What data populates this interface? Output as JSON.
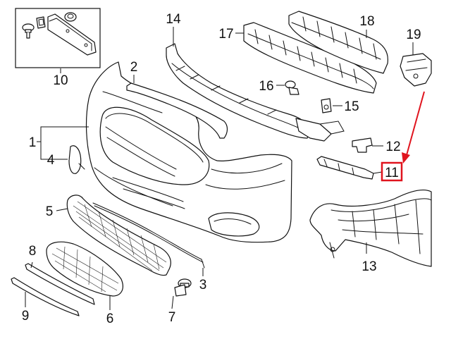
{
  "diagram": {
    "labels": {
      "l1": "1",
      "l2": "2",
      "l3": "3",
      "l4": "4",
      "l5": "5",
      "l6": "6",
      "l7": "7",
      "l8": "8",
      "l9": "9",
      "l10": "10",
      "l11": "11",
      "l12": "12",
      "l13": "13",
      "l14": "14",
      "l15": "15",
      "l16": "16",
      "l17": "17",
      "l18": "18",
      "l19": "19"
    },
    "highlight": {
      "part": "11",
      "color": "#e0141e"
    },
    "line_color": "#111111",
    "background": "#ffffff"
  }
}
